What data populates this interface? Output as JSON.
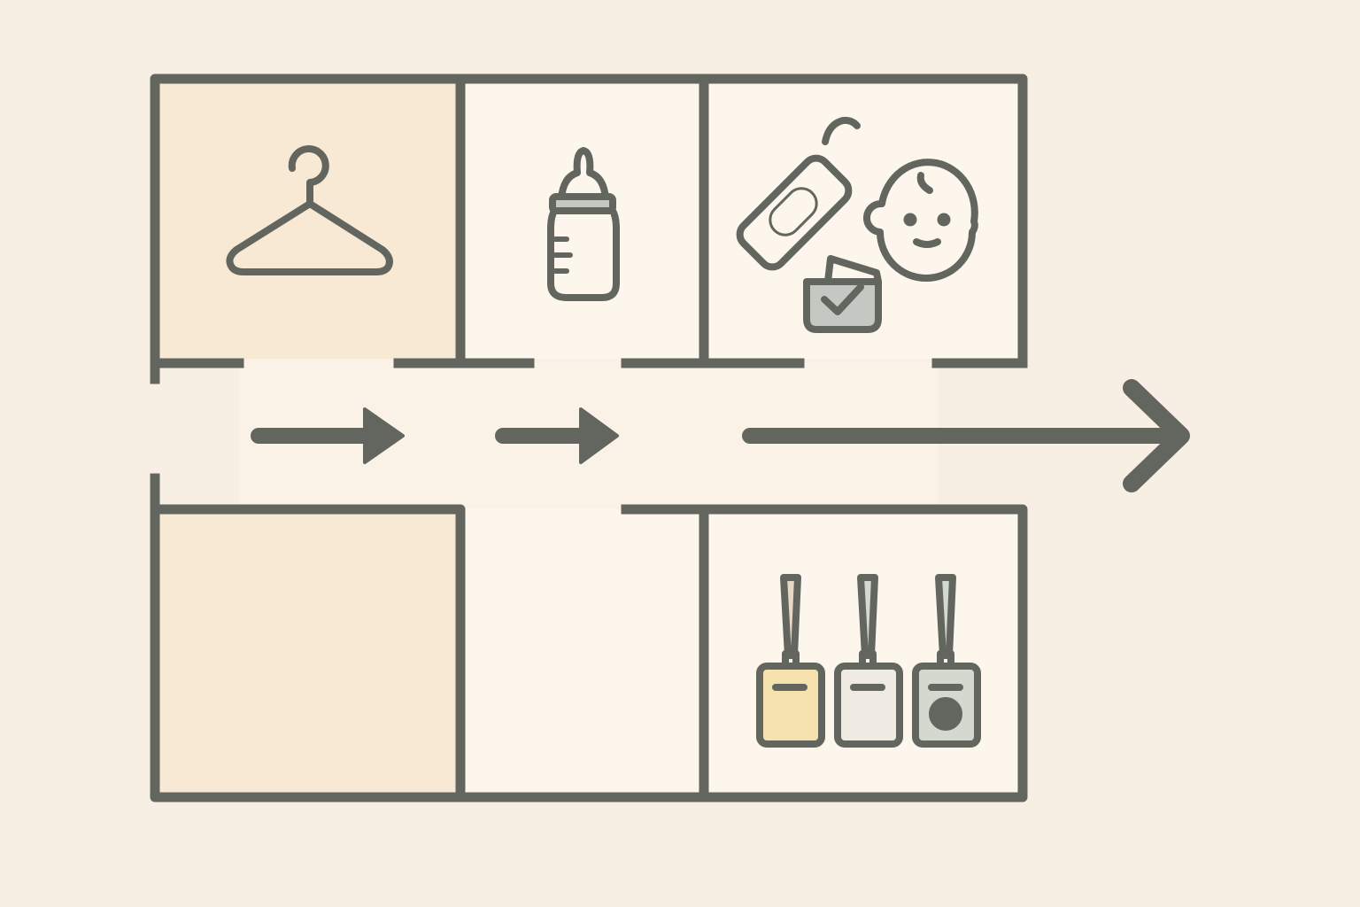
{
  "colors": {
    "background": "#f8efe4",
    "stroke": "#63665f",
    "cell_beige": "#f7e9d3",
    "cell_cream": "#fdf6ec",
    "corridor": "#faf2e7",
    "tag_yellow": "#f6e2ae",
    "tag_white": "#efebe3",
    "tag_green": "#d3d9cf",
    "accent_grey": "#c3c8c3"
  },
  "rooms": [
    {
      "id": "top-left",
      "icon": "clothes-hanger-icon"
    },
    {
      "id": "top-middle",
      "icon": "baby-bottle-icon"
    },
    {
      "id": "top-right",
      "icons": [
        "diaper-pad-icon",
        "baby-face-icon",
        "checked-pouch-icon"
      ]
    },
    {
      "id": "bottom-left",
      "icon": null
    },
    {
      "id": "bottom-middle",
      "icon": null
    },
    {
      "id": "bottom-right",
      "icons": [
        "luggage-tag-icon",
        "luggage-tag-icon",
        "luggage-tag-icon"
      ]
    }
  ],
  "flow_arrows": [
    "arrow-right-icon",
    "arrow-right-icon",
    "long-arrow-right-icon"
  ]
}
